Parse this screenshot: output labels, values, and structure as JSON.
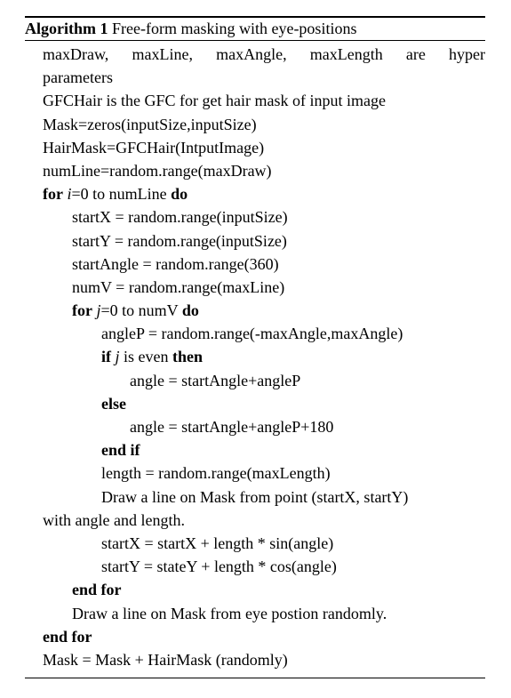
{
  "algorithm": {
    "label": "Algorithm 1",
    "title": "Free-form masking with eye-positions",
    "lines": [
      {
        "indent": 0,
        "parts": [
          {
            "t": "maxDraw, maxLine, maxAngle, maxLength are hyper"
          }
        ],
        "justify": true
      },
      {
        "indent": 0,
        "parts": [
          {
            "t": "parameters"
          }
        ]
      },
      {
        "indent": 0,
        "parts": [
          {
            "t": "GFCHair is the GFC for get hair mask of input image"
          }
        ]
      },
      {
        "indent": 0,
        "parts": [
          {
            "t": "Mask=zeros(inputSize,inputSize)"
          }
        ]
      },
      {
        "indent": 0,
        "parts": [
          {
            "t": "HairMask=GFCHair(IntputImage)"
          }
        ]
      },
      {
        "indent": 0,
        "parts": [
          {
            "t": "numLine=random.range(maxDraw)"
          }
        ]
      },
      {
        "indent": 0,
        "parts": [
          {
            "t": "for",
            "k": "kw"
          },
          {
            "t": " "
          },
          {
            "t": "i",
            "k": "var"
          },
          {
            "t": "=0 to numLine "
          },
          {
            "t": "do",
            "k": "kw"
          }
        ]
      },
      {
        "indent": 1,
        "parts": [
          {
            "t": "startX = random.range(inputSize)"
          }
        ]
      },
      {
        "indent": 1,
        "parts": [
          {
            "t": "startY = random.range(inputSize)"
          }
        ]
      },
      {
        "indent": 1,
        "parts": [
          {
            "t": "startAngle = random.range(360)"
          }
        ]
      },
      {
        "indent": 1,
        "parts": [
          {
            "t": "numV = random.range(maxLine)"
          }
        ]
      },
      {
        "indent": 1,
        "parts": [
          {
            "t": "for",
            "k": "kw"
          },
          {
            "t": " "
          },
          {
            "t": "j",
            "k": "var"
          },
          {
            "t": "=0 to numV "
          },
          {
            "t": "do",
            "k": "kw"
          }
        ]
      },
      {
        "indent": 2,
        "parts": [
          {
            "t": "angleP = random.range(-maxAngle,maxAngle)"
          }
        ]
      },
      {
        "indent": 2,
        "parts": [
          {
            "t": "if",
            "k": "kw"
          },
          {
            "t": " "
          },
          {
            "t": "j",
            "k": "var"
          },
          {
            "t": " is even "
          },
          {
            "t": "then",
            "k": "kw"
          }
        ]
      },
      {
        "indent": 3,
        "parts": [
          {
            "t": "angle = startAngle+angleP"
          }
        ]
      },
      {
        "indent": 2,
        "parts": [
          {
            "t": "else",
            "k": "kw"
          }
        ]
      },
      {
        "indent": 3,
        "parts": [
          {
            "t": "angle = startAngle+angleP+180"
          }
        ]
      },
      {
        "indent": 2,
        "parts": [
          {
            "t": "end if",
            "k": "kw"
          }
        ]
      },
      {
        "indent": 2,
        "parts": [
          {
            "t": "length = random.range(maxLength)"
          }
        ]
      },
      {
        "indent": 2,
        "parts": [
          {
            "t": "Draw a line on Mask from point (startX, startY)"
          }
        ]
      },
      {
        "indent": -1,
        "parts": [
          {
            "t": "with angle and length."
          }
        ]
      },
      {
        "indent": 2,
        "parts": [
          {
            "t": "startX = startX + length * sin(angle)"
          }
        ]
      },
      {
        "indent": 2,
        "parts": [
          {
            "t": "startY = stateY + length * cos(angle)"
          }
        ]
      },
      {
        "indent": 1,
        "parts": [
          {
            "t": "end for",
            "k": "kw"
          }
        ]
      },
      {
        "indent": 1,
        "parts": [
          {
            "t": "Draw a line on Mask from eye postion randomly."
          }
        ]
      },
      {
        "indent": 0,
        "parts": [
          {
            "t": "end for",
            "k": "kw"
          }
        ]
      },
      {
        "indent": 0,
        "parts": [
          {
            "t": "Mask = Mask + HairMask (randomly)"
          }
        ]
      }
    ]
  }
}
